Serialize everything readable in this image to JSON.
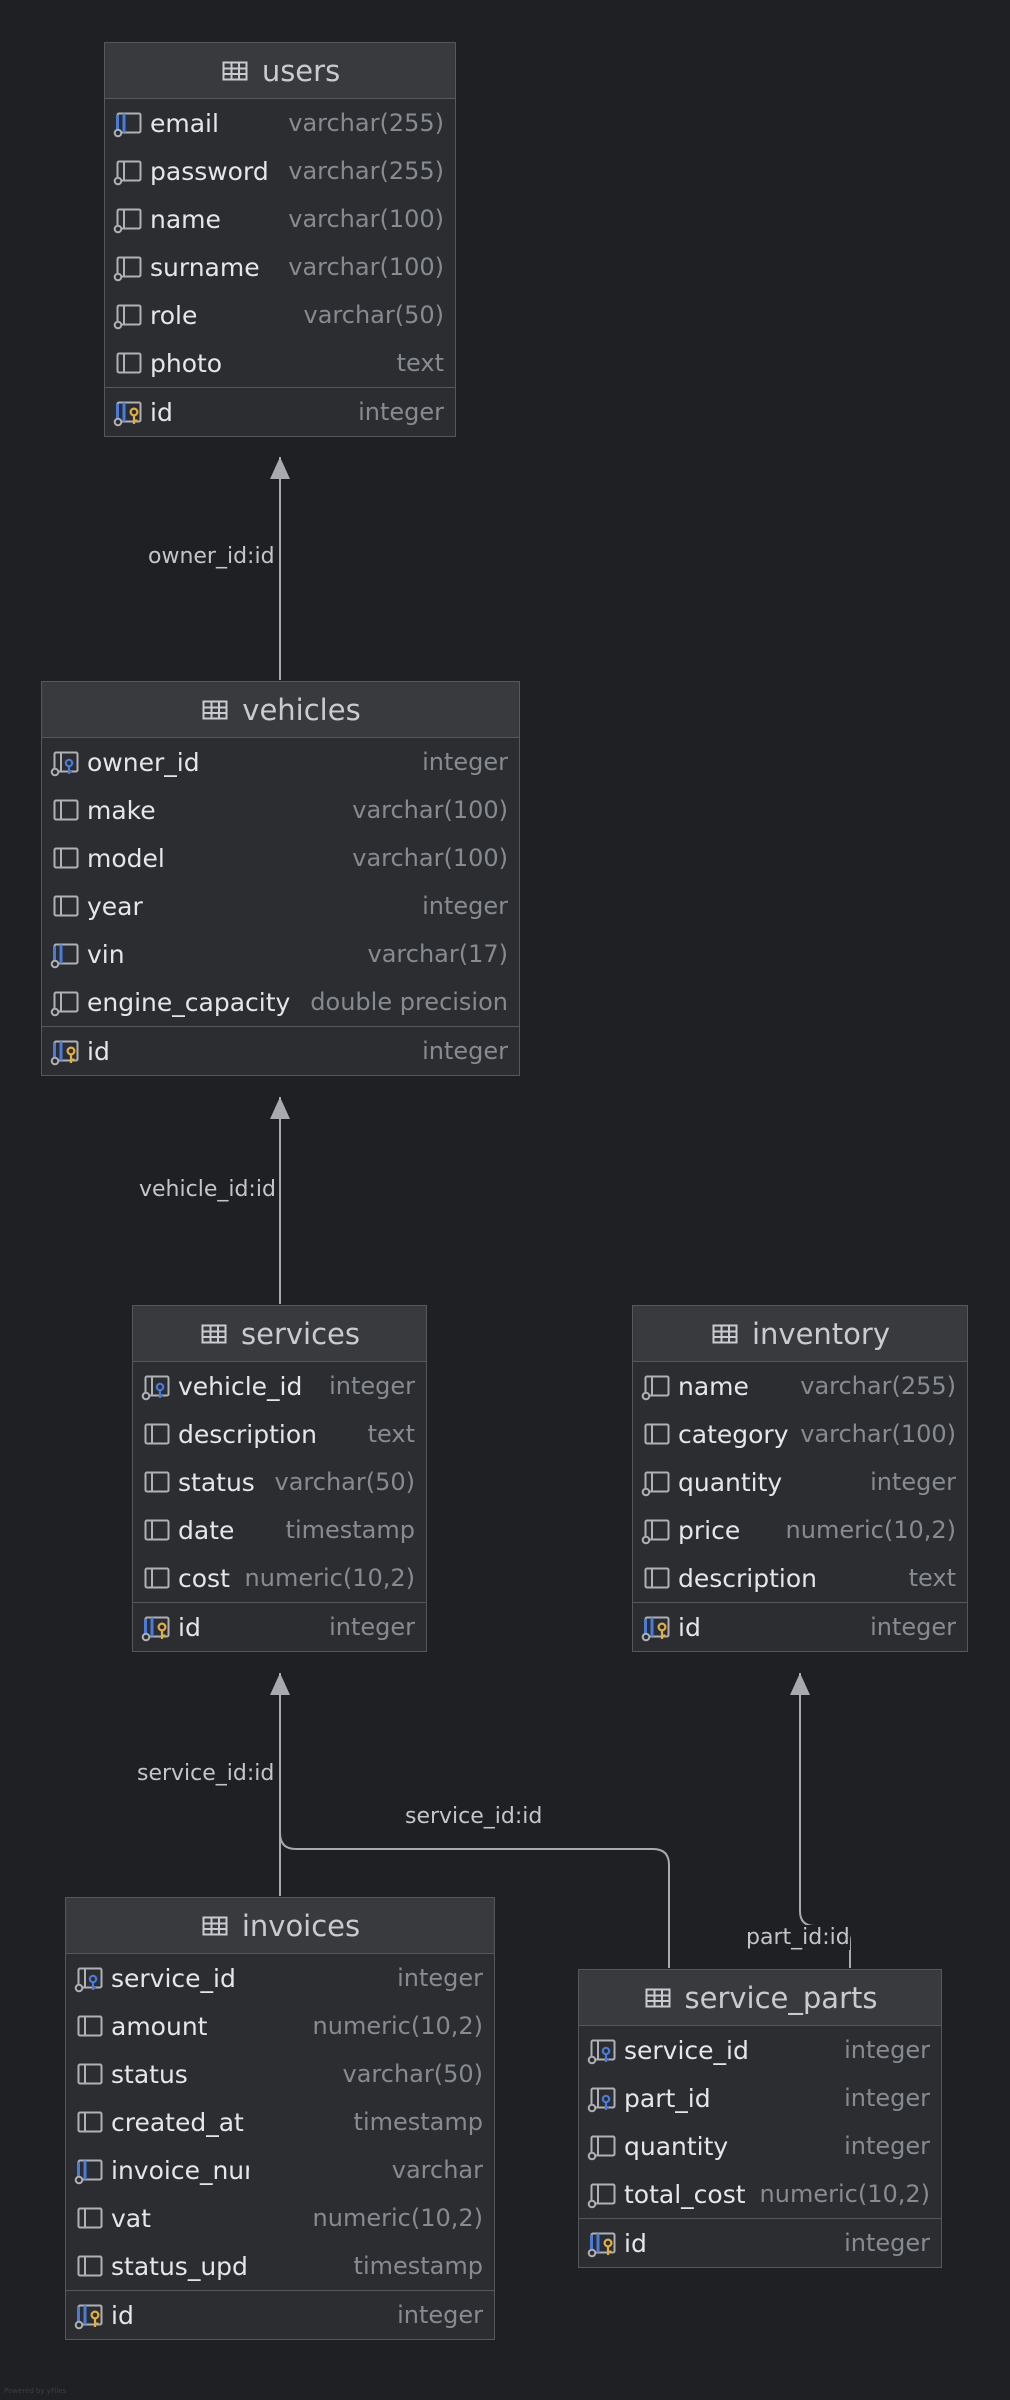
{
  "colors": {
    "background": "#1f2024",
    "table_body": "#2c2d31",
    "table_header": "#393a3e",
    "border": "#55575c",
    "edge": "#a8aaaf",
    "fk_icon": "#4a7bd6",
    "pk_icon": "#e0b040",
    "unique_icon": "#4a7bd6"
  },
  "tables": [
    {
      "name": "users",
      "columns": [
        {
          "name": "email",
          "type": "varchar(255)",
          "icon": "unique-column-icon"
        },
        {
          "name": "password",
          "type": "varchar(255)",
          "icon": "not-null-column-icon"
        },
        {
          "name": "name",
          "type": "varchar(100)",
          "icon": "not-null-column-icon"
        },
        {
          "name": "surname",
          "type": "varchar(100)",
          "icon": "not-null-column-icon"
        },
        {
          "name": "role",
          "type": "varchar(50)",
          "icon": "not-null-column-icon"
        },
        {
          "name": "photo",
          "type": "text",
          "icon": "column-icon"
        }
      ],
      "pk": {
        "name": "id",
        "type": "integer",
        "icon": "primary-key-icon"
      }
    },
    {
      "name": "vehicles",
      "columns": [
        {
          "name": "owner_id",
          "type": "integer",
          "icon": "foreign-key-icon"
        },
        {
          "name": "make",
          "type": "varchar(100)",
          "icon": "column-icon"
        },
        {
          "name": "model",
          "type": "varchar(100)",
          "icon": "column-icon"
        },
        {
          "name": "year",
          "type": "integer",
          "icon": "column-icon"
        },
        {
          "name": "vin",
          "type": "varchar(17)",
          "icon": "unique-column-icon"
        },
        {
          "name": "engine_capacity",
          "type": "double precision",
          "icon": "not-null-column-icon"
        }
      ],
      "pk": {
        "name": "id",
        "type": "integer",
        "icon": "primary-key-icon"
      }
    },
    {
      "name": "services",
      "columns": [
        {
          "name": "vehicle_id",
          "type": "integer",
          "icon": "foreign-key-icon"
        },
        {
          "name": "description",
          "type": "text",
          "icon": "column-icon"
        },
        {
          "name": "status",
          "type": "varchar(50)",
          "icon": "column-icon"
        },
        {
          "name": "date",
          "type": "timestamp",
          "icon": "column-icon"
        },
        {
          "name": "cost",
          "type": "numeric(10,2)",
          "icon": "column-icon"
        }
      ],
      "pk": {
        "name": "id",
        "type": "integer",
        "icon": "primary-key-icon"
      }
    },
    {
      "name": "inventory",
      "columns": [
        {
          "name": "name",
          "type": "varchar(255)",
          "icon": "not-null-column-icon"
        },
        {
          "name": "category",
          "type": "varchar(100)",
          "icon": "column-icon"
        },
        {
          "name": "quantity",
          "type": "integer",
          "icon": "not-null-column-icon"
        },
        {
          "name": "price",
          "type": "numeric(10,2)",
          "icon": "not-null-column-icon"
        },
        {
          "name": "description",
          "type": "text",
          "icon": "column-icon"
        }
      ],
      "pk": {
        "name": "id",
        "type": "integer",
        "icon": "primary-key-icon"
      }
    },
    {
      "name": "invoices",
      "columns": [
        {
          "name": "service_id",
          "type": "integer",
          "icon": "foreign-key-icon"
        },
        {
          "name": "amount",
          "type": "numeric(10,2)",
          "icon": "column-icon"
        },
        {
          "name": "status",
          "type": "varchar(50)",
          "icon": "column-icon"
        },
        {
          "name": "created_at",
          "type": "timestamp",
          "icon": "column-icon"
        },
        {
          "name": "invoice_number",
          "type": "varchar",
          "icon": "unique-column-icon"
        },
        {
          "name": "vat",
          "type": "numeric(10,2)",
          "icon": "column-icon"
        },
        {
          "name": "status_updated_at",
          "type": "timestamp",
          "icon": "column-icon"
        }
      ],
      "pk": {
        "name": "id",
        "type": "integer",
        "icon": "primary-key-icon"
      }
    },
    {
      "name": "service_parts",
      "columns": [
        {
          "name": "service_id",
          "type": "integer",
          "icon": "foreign-key-icon"
        },
        {
          "name": "part_id",
          "type": "integer",
          "icon": "foreign-key-icon"
        },
        {
          "name": "quantity",
          "type": "integer",
          "icon": "not-null-column-icon"
        },
        {
          "name": "total_cost",
          "type": "numeric(10,2)",
          "icon": "not-null-column-icon"
        }
      ],
      "pk": {
        "name": "id",
        "type": "integer",
        "icon": "primary-key-icon"
      }
    }
  ],
  "relations": [
    {
      "label": "owner_id:id",
      "from": "vehicles",
      "to": "users"
    },
    {
      "label": "vehicle_id:id",
      "from": "services",
      "to": "vehicles"
    },
    {
      "label": "service_id:id",
      "from": "invoices",
      "to": "services"
    },
    {
      "label": "service_id:id",
      "from": "service_parts",
      "to": "services"
    },
    {
      "label": "part_id:id",
      "from": "service_parts",
      "to": "inventory"
    }
  ],
  "watermark": "Powered by yFiles"
}
